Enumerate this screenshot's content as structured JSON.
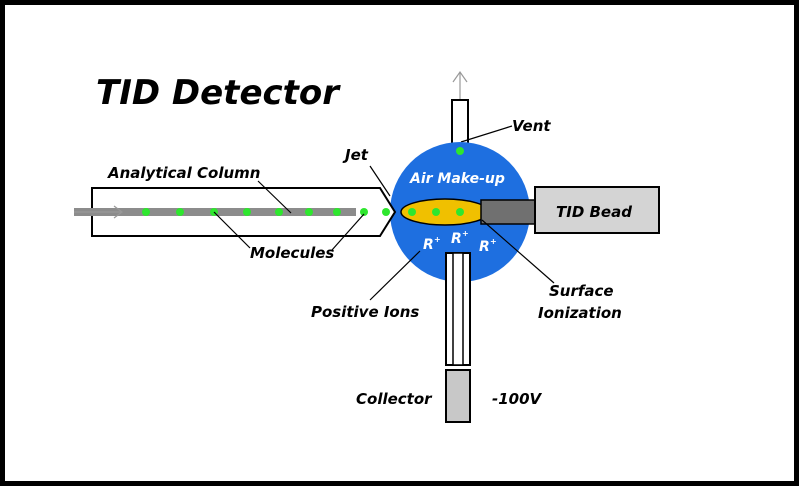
{
  "title": "TID Detector",
  "labels": {
    "vent": "Vent",
    "jet": "Jet",
    "air_makeup": "Air Make-up",
    "analytical_column": "Analytical Column",
    "tid_bead": "TID Bead",
    "molecules": "Molecules",
    "positive_ions": "Positive Ions",
    "surface_ionization_line1": "Surface",
    "surface_ionization_line2": "Ionization",
    "collector": "Collector",
    "voltage": "-100V"
  },
  "ion_symbol": "R",
  "ion_charge": "+",
  "colors": {
    "frame": "#000000",
    "background": "#ffffff",
    "chamber": "#1e6fe0",
    "flame": "#f0c000",
    "molecule": "#2ee62e",
    "column_core": "#8c8c8c",
    "bead": "#d4d4d4",
    "bead_stem": "#707070",
    "collector": "#c8c8c8",
    "arrow": "#999999"
  }
}
